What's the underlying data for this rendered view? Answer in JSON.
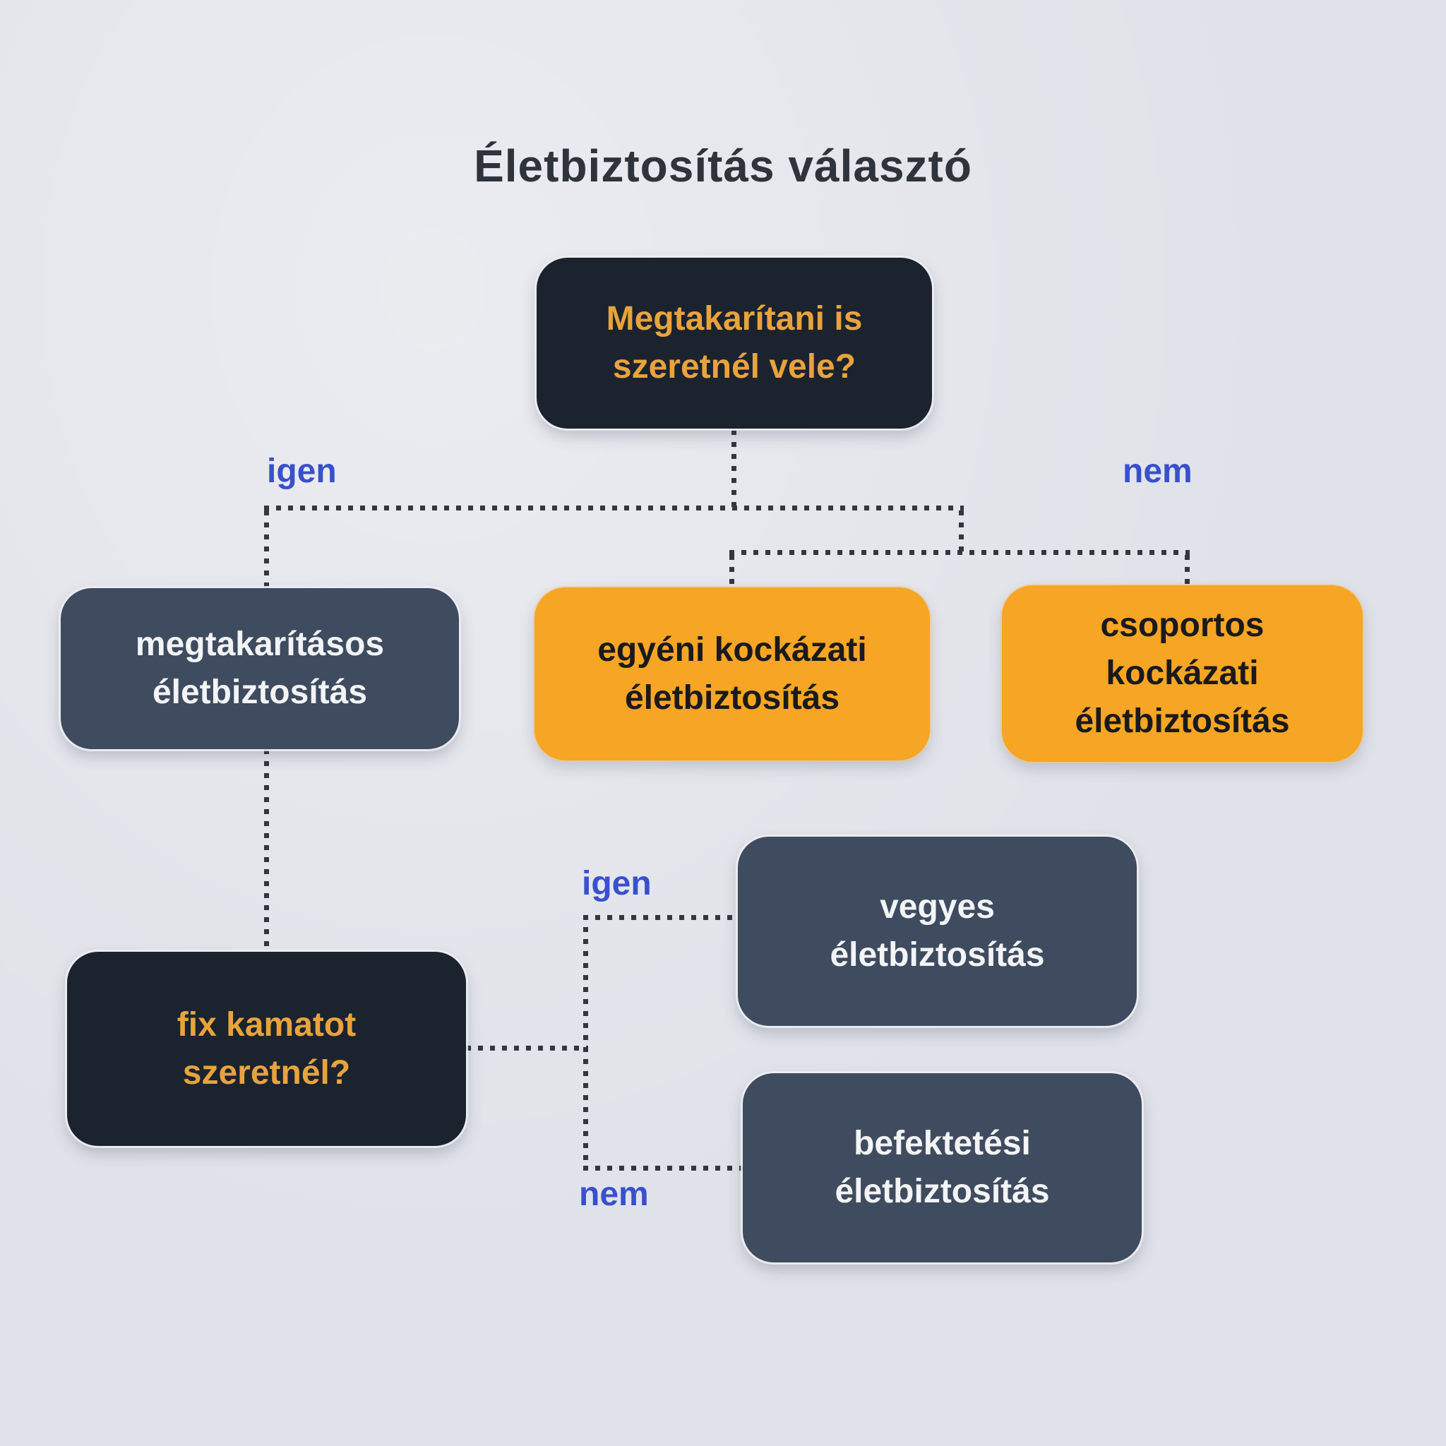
{
  "title": "Életbiztosítás választó",
  "nodes": {
    "question_savings": {
      "label": "Megtakarítani is\nszeretnél vele?",
      "kind": "question"
    },
    "savings_life": {
      "label": "megtakarításos\néletbiztosítás",
      "kind": "result"
    },
    "individual_risk": {
      "label": "egyéni kockázati\néletbiztosítás",
      "kind": "result"
    },
    "group_risk": {
      "label": "csoportos\nkockázati\néletbiztosítás",
      "kind": "result"
    },
    "question_fixed_rate": {
      "label": "fix kamatot\nszeretnél?",
      "kind": "question"
    },
    "mixed_life": {
      "label": "vegyes\néletbiztosítás",
      "kind": "result"
    },
    "investment_life": {
      "label": "befektetési\néletbiztosítás",
      "kind": "result"
    }
  },
  "edge_labels": {
    "yes_top": "igen",
    "no_top": "nem",
    "yes_bottom": "igen",
    "no_bottom": "nem"
  },
  "flow": [
    {
      "from": "question_savings",
      "answer": "igen",
      "to": "savings_life"
    },
    {
      "from": "question_savings",
      "answer": "nem",
      "to": [
        "individual_risk",
        "group_risk"
      ]
    },
    {
      "from": "savings_life",
      "to": "question_fixed_rate"
    },
    {
      "from": "question_fixed_rate",
      "answer": "igen",
      "to": "mixed_life"
    },
    {
      "from": "question_fixed_rate",
      "answer": "nem",
      "to": "investment_life"
    }
  ],
  "colors": {
    "background": "#e0e2e9",
    "question_box": "#1b232e",
    "question_text": "#e8a33d",
    "result_box_dark": "#3f4b5e",
    "result_text_light": "#f2f4f6",
    "highlight_box": "#f6a524",
    "highlight_text": "#1a1a1c",
    "edge_label": "#3950cd",
    "connector": "#33373e",
    "title_text": "#2f333b"
  }
}
